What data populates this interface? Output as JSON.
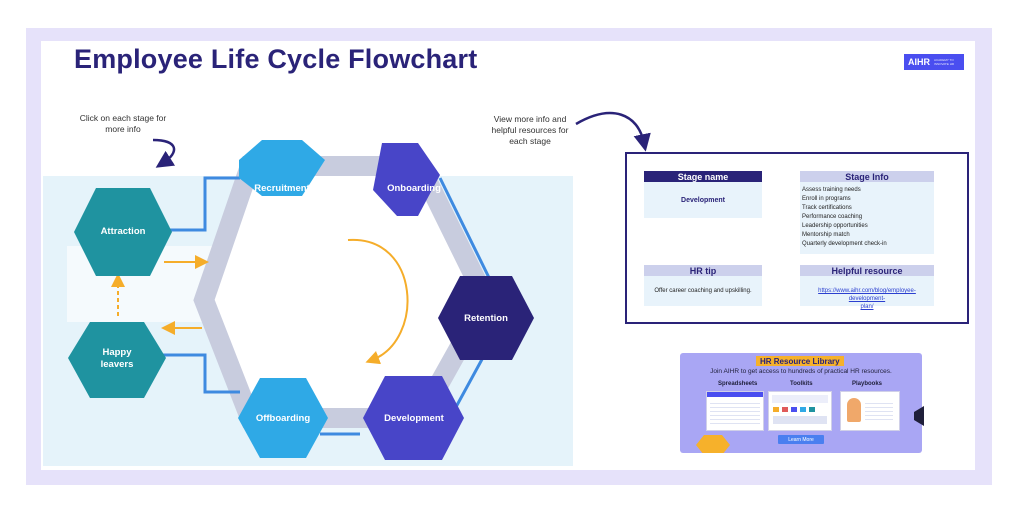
{
  "title": "Employee Life Cycle Flowchart",
  "logo": {
    "text": "AIHR",
    "sub": "ACADEMY TO INNOVATE HR"
  },
  "notes": {
    "left": [
      "Click on each stage for",
      "more info"
    ],
    "right": [
      "View more info and",
      "helpful resources for",
      "each stage"
    ]
  },
  "stages": {
    "recruitment": "Recruitment",
    "onboarding": "Onboarding",
    "retention": "Retention",
    "development": "Development",
    "offboarding": "Offboarding",
    "attraction": "Attraction",
    "happy_leavers": [
      "Happy",
      "leavers"
    ]
  },
  "colors": {
    "light_blue": "#2fa9e6",
    "purple": "#4845c8",
    "navy": "#2a2378",
    "teal": "#1f93a0",
    "orange": "#f5ad2a",
    "connector": "#3e8ae0"
  },
  "panel": {
    "stage_name_header": "Stage name",
    "stage_name": "Development",
    "stage_info_header": "Stage Info",
    "stage_info": [
      "Assess training needs",
      "Enroll in programs",
      "Track certifications",
      "Performance coaching",
      "Leadership opportunities",
      "Mentorship match",
      "Quarterly development check-in"
    ],
    "hr_tip_header": "HR tip",
    "hr_tip": "Offer career coaching and upskilling.",
    "resource_header": "Helpful resource",
    "resource_link": [
      "https://www.aihr.com/blog/employee-development-",
      "plan/"
    ]
  },
  "library": {
    "title": "HR Resource Library",
    "description": "Join AIHR to get access to hundreds of practical HR resources.",
    "columns": [
      "Spreadsheets",
      "Toolkits",
      "Playbooks"
    ],
    "button": "Learn More"
  }
}
